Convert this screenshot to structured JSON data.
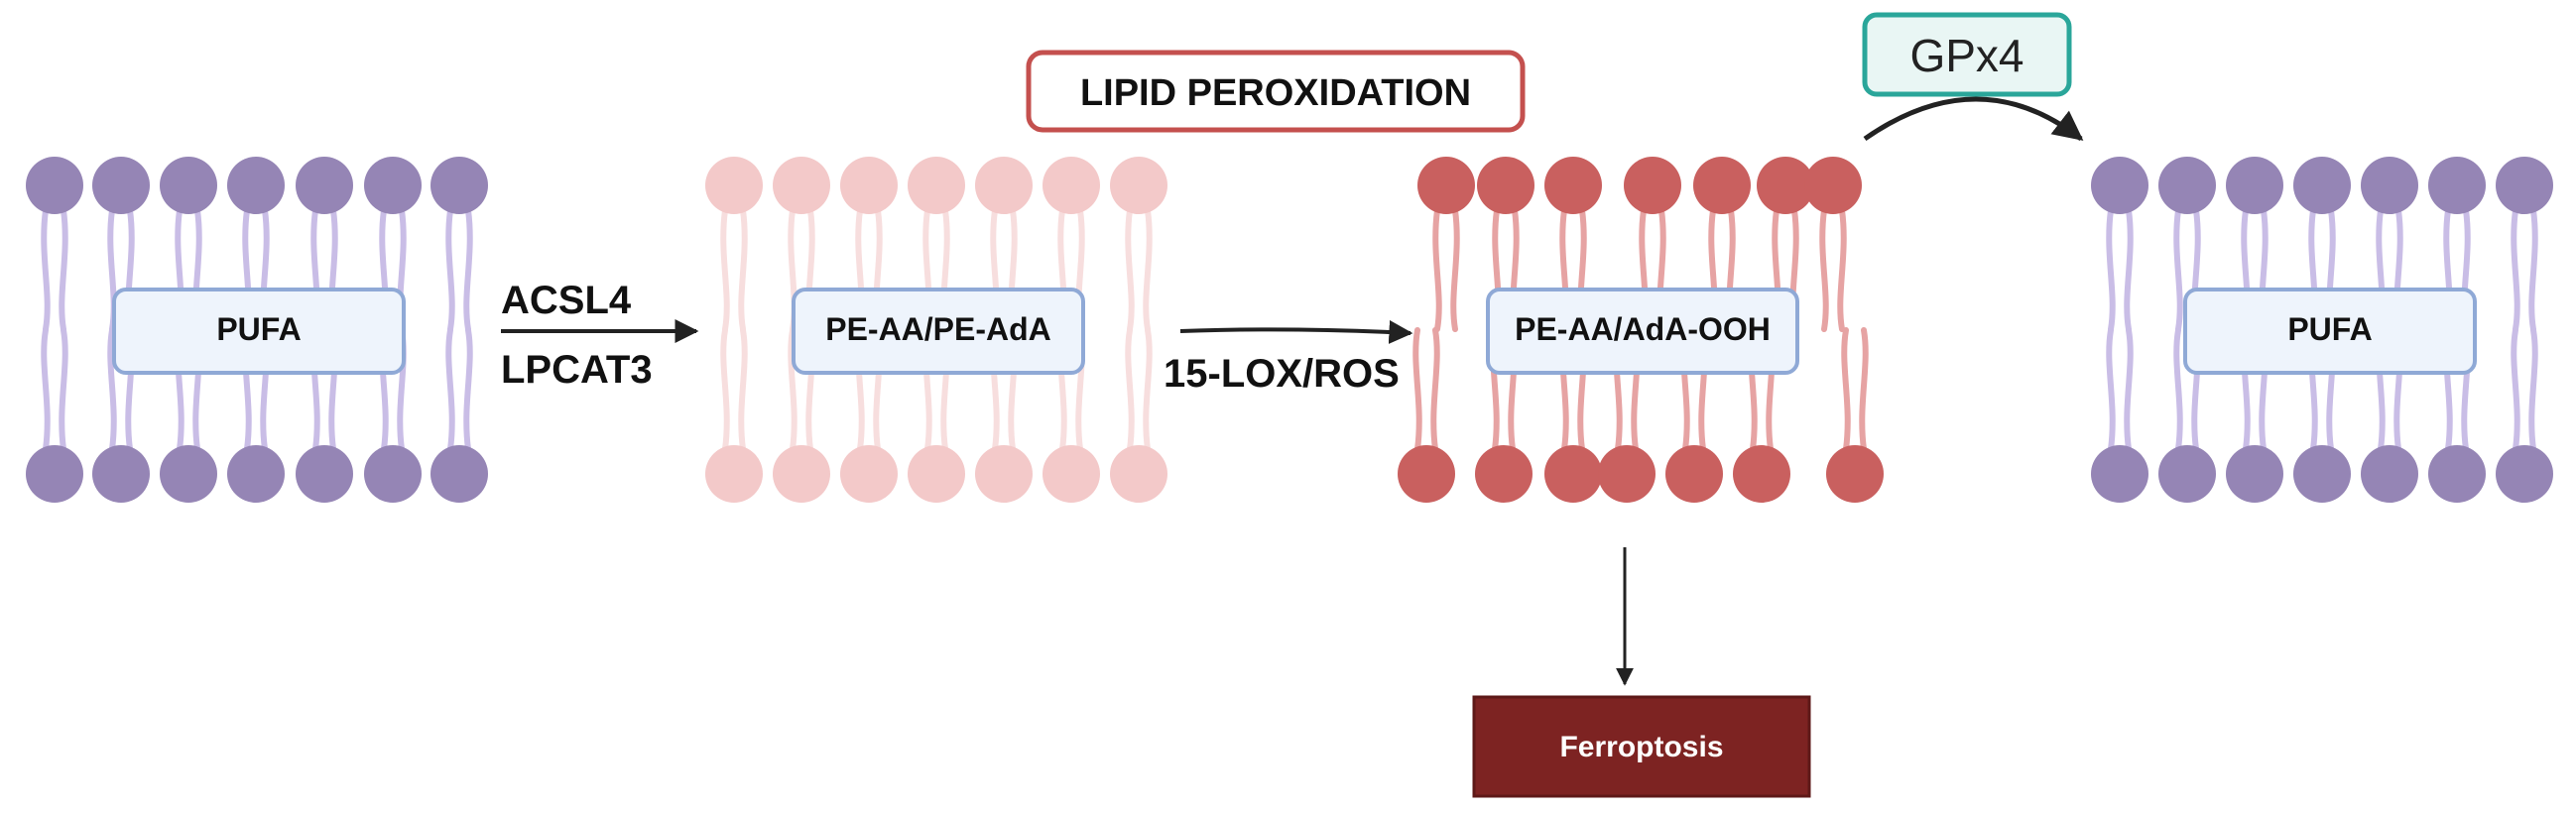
{
  "membranes": [
    {
      "label": "PUFA",
      "state": "normal"
    },
    {
      "label": "PE-AA/PE-AdA",
      "state": "faded"
    },
    {
      "label": "PE-AA/AdA-OOH",
      "state": "oxidized"
    },
    {
      "label": "PUFA",
      "state": "normal"
    }
  ],
  "arrows": {
    "step1_enzymes": [
      "ACSL4",
      "LPCAT3"
    ],
    "step2_label": "15-LOX/ROS"
  },
  "header_label": "LIPID PEROXIDATION",
  "gpx4_label": "GPx4",
  "outcome_label": "Ferroptosis",
  "colors": {
    "normal_head": "#9585b5",
    "normal_tail": "#c9bde6",
    "faded_head": "#f3c9c9",
    "faded_tail": "#f7dede",
    "oxidized_head": "#c9605f",
    "oxidized_tail": "#e6a3a3",
    "label_fill": "#eef4fc",
    "label_stroke": "#8fa9d6",
    "peroxidation_border": "#c4504e",
    "gpx4_border": "#2aa69a",
    "gpx4_fill": "#e9f6f4",
    "ferroptosis_fill": "#7d2322",
    "ferroptosis_text": "#ffffff",
    "arrow": "#222222"
  }
}
